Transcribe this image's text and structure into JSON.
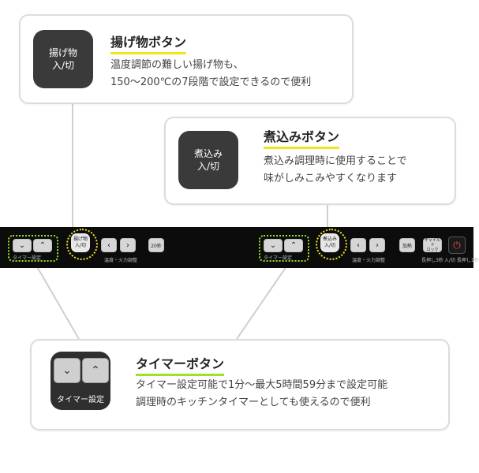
{
  "callouts": {
    "agemono": {
      "title": "揚げ物ボタン",
      "key_label": "揚げ物\n入/切",
      "desc_line1": "温度調節の難しい揚げ物も、",
      "desc_line2": "150～200℃の7段階で設定できるので便利",
      "underline_color": "#f2e51e"
    },
    "nikomi": {
      "title": "煮込みボタン",
      "key_label": "煮込み\n入/切",
      "desc_line1": "煮込み調理時に使用することで",
      "desc_line2": "味がしみこみやすくなります",
      "underline_color": "#f2e51e"
    },
    "timer": {
      "title": "タイマーボタン",
      "key_label": "タイマー設定",
      "down_icon": "chevron-down-icon",
      "up_icon": "chevron-up-icon",
      "desc_line1": "タイマー設定可能で1分～最大5時間59分まで設定可能",
      "desc_line2": "調理時のキッチンタイマーとしても使えるので便利",
      "underline_color": "#9be22d"
    }
  },
  "panel": {
    "left": {
      "timer_label": "タイマー設定",
      "fry_key": "揚げ物\n入/切",
      "temp_label": "温度・火力調整",
      "btn_20": "20秒"
    },
    "right": {
      "timer_label": "タイマー設定",
      "simmer_key": "煮込み\n入/切",
      "temp_label": "温度・火力調整",
      "btn_heat": "加熱",
      "btn_lock": "チャイルド\nロック",
      "lock_label": "長押し3秒",
      "power_label": "入/切 長押し1秒"
    }
  }
}
